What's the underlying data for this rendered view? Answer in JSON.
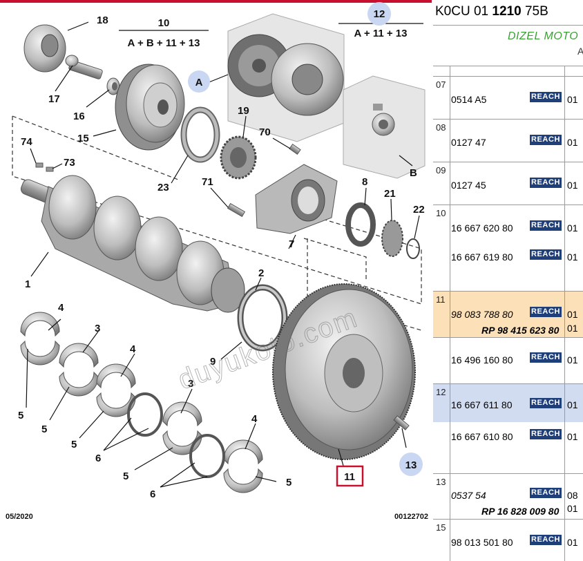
{
  "diagram": {
    "callouts": [
      "18",
      "10",
      "12",
      "17",
      "16",
      "15",
      "A",
      "19",
      "70",
      "74",
      "73",
      "23",
      "71",
      "B",
      "8",
      "21",
      "22",
      "1",
      "7",
      "2",
      "9",
      "3",
      "4",
      "5",
      "6",
      "11",
      "13"
    ],
    "formula_10": "A + B + 11 + 13",
    "formula_12": "A + 11 + 13",
    "date": "05/2020",
    "ref_code": "00122702",
    "watermark": "duyukoto.com"
  },
  "panel": {
    "code_prefix": "K0CU 01",
    "code_bold": "1210",
    "code_suffix": "75B",
    "title": "DIZEL MOTO",
    "subtitle": "A",
    "badge_label": "REACH",
    "rows": [
      {
        "ref": "07",
        "parts": [
          {
            "no": "0514 A5",
            "qty": "01"
          }
        ]
      },
      {
        "ref": "08",
        "parts": [
          {
            "no": "0127 47",
            "qty": "01"
          }
        ]
      },
      {
        "ref": "09",
        "parts": [
          {
            "no": "0127 45",
            "qty": "01"
          }
        ]
      },
      {
        "ref": "10",
        "parts": [
          {
            "no": "16 667 620 80",
            "qty": "01"
          },
          {
            "no": "16 667 619 80",
            "qty": "01"
          }
        ]
      },
      {
        "ref": "11",
        "parts": [
          {
            "no": "98 083 788 80",
            "qty": "01",
            "rp": "RP 98 415 623 80",
            "rp_qty": "01"
          },
          {
            "no": "16 496 160 80",
            "qty": "01"
          }
        ]
      },
      {
        "ref": "12",
        "parts": [
          {
            "no": "16 667 611 80",
            "qty": "01"
          },
          {
            "no": "16 667 610 80",
            "qty": "01"
          }
        ]
      },
      {
        "ref": "13",
        "parts": [
          {
            "no": "0537 54",
            "qty": "08",
            "rp": "RP 16 828 009 80",
            "rp_qty": "01"
          }
        ]
      },
      {
        "ref": "15",
        "parts": [
          {
            "no": "98 013 501 80",
            "qty": "01"
          }
        ]
      }
    ]
  },
  "colors": {
    "accent_red": "#c8102e",
    "callout_blue": "#c9d7f2",
    "reach_blue": "#1f3f7a",
    "highlight_orange": "#fbe0b8",
    "highlight_blue": "#d2dcf0",
    "title_green": "#3aa033"
  }
}
